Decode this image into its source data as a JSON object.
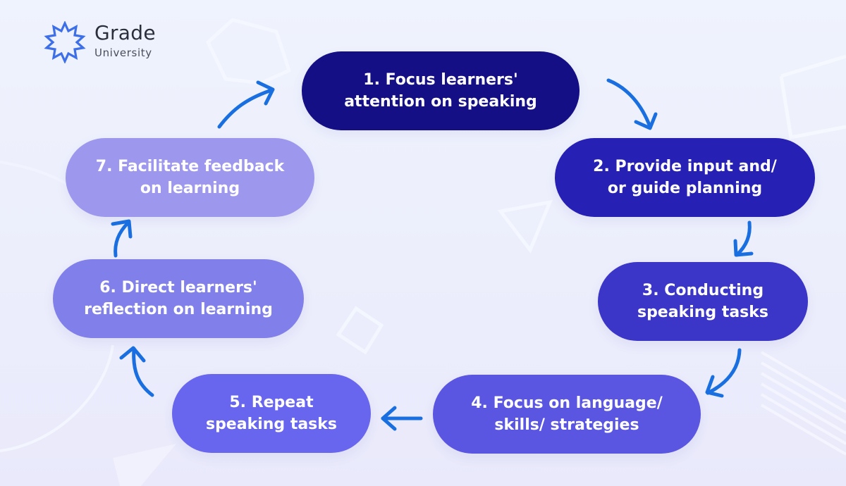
{
  "logo": {
    "title": "Grade",
    "subtitle": "University",
    "icon": "starburst-icon",
    "color": "#3d6fe8"
  },
  "diagram": {
    "type": "cycle",
    "arrow_color": "#1a6fe0",
    "steps": [
      {
        "number": 1,
        "line1": "1. Focus learners'",
        "line2": "attention on speaking",
        "color": "#150f86"
      },
      {
        "number": 2,
        "line1": "2. Provide input and/",
        "line2": "or guide planning",
        "color": "#2620b4"
      },
      {
        "number": 3,
        "line1": "3. Conducting",
        "line2": "speaking tasks",
        "color": "#3b36c8"
      },
      {
        "number": 4,
        "line1": "4. Focus on language/",
        "line2": "skills/ strategies",
        "color": "#5a56e2"
      },
      {
        "number": 5,
        "line1": "5. Repeat",
        "line2": "speaking tasks",
        "color": "#6865ee"
      },
      {
        "number": 6,
        "line1": "6. Direct learners'",
        "line2": "reflection on learning",
        "color": "#8180ea"
      },
      {
        "number": 7,
        "line1": "7. Facilitate feedback",
        "line2": "on learning",
        "color": "#9d98ee"
      }
    ],
    "arrows": [
      {
        "from": 1,
        "to": 2,
        "icon": "curved-arrow-down-right-icon"
      },
      {
        "from": 2,
        "to": 3,
        "icon": "curved-arrow-down-left-icon"
      },
      {
        "from": 3,
        "to": 4,
        "icon": "curved-arrow-down-left-icon"
      },
      {
        "from": 4,
        "to": 5,
        "icon": "arrow-left-icon"
      },
      {
        "from": 5,
        "to": 6,
        "icon": "curved-arrow-up-icon"
      },
      {
        "from": 6,
        "to": 7,
        "icon": "curved-arrow-up-icon"
      },
      {
        "from": 7,
        "to": 1,
        "icon": "curved-arrow-up-right-icon"
      }
    ]
  }
}
